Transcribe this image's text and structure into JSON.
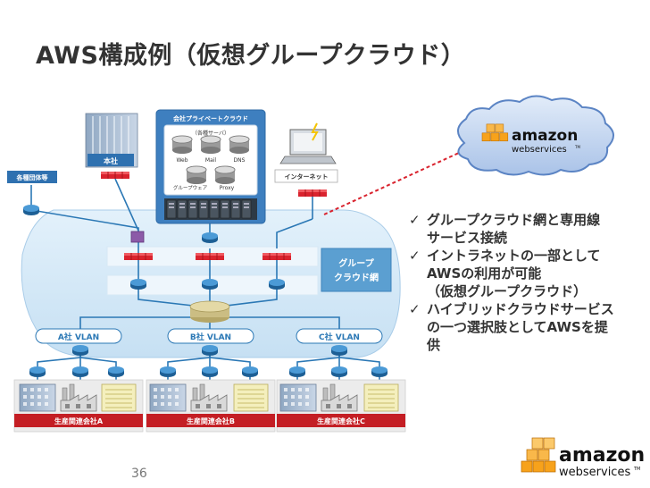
{
  "slide": {
    "title": "AWS構成例（仮想グループクラウド）",
    "page_number": "36"
  },
  "diagram": {
    "private_cloud_label": "会社プライベートクラウド",
    "servers_label": "（各種サーバ）",
    "server_names": [
      "Web",
      "Mail",
      "DNS",
      "グループウェア",
      "Proxy"
    ],
    "headquarters_label": "本社",
    "organizations_label": "各種団体等",
    "internet_label": "インターネット",
    "group_cloud_label_line1": "グループ",
    "group_cloud_label_line2": "クラウド網",
    "vlans": [
      "A社 VLAN",
      "B社 VLAN",
      "C社 VLAN"
    ],
    "companies": [
      "生産関連会社A",
      "生産関連会社B",
      "生産関連会社C"
    ],
    "aws_logo": {
      "word": "amazon",
      "sub": "webservices",
      "tm": "TM"
    }
  },
  "bullets": [
    [
      "グループクラウド網と専用線",
      "サービス接続"
    ],
    [
      "イントラネットの一部として",
      "AWSの利用が可能",
      "（仮想グループクラウド）"
    ],
    [
      "ハイブリッドクラウドサービス",
      "の一つ選択肢としてAWSを提",
      "供"
    ]
  ],
  "colors": {
    "cloud_fill": "#cfe6f6",
    "router_red": "#d9232e",
    "link_blue": "#2b78b5",
    "company_bar": "#c41e24",
    "aws_orange": "#f7a21b",
    "dashed_link": "#d9232e"
  },
  "icons": {
    "check": "check-icon",
    "router": "router-icon",
    "switch": "switch-icon",
    "building": "building-icon",
    "factory": "factory-icon",
    "laptop": "laptop-icon",
    "server": "server-icon",
    "cloud": "cloud-icon"
  }
}
